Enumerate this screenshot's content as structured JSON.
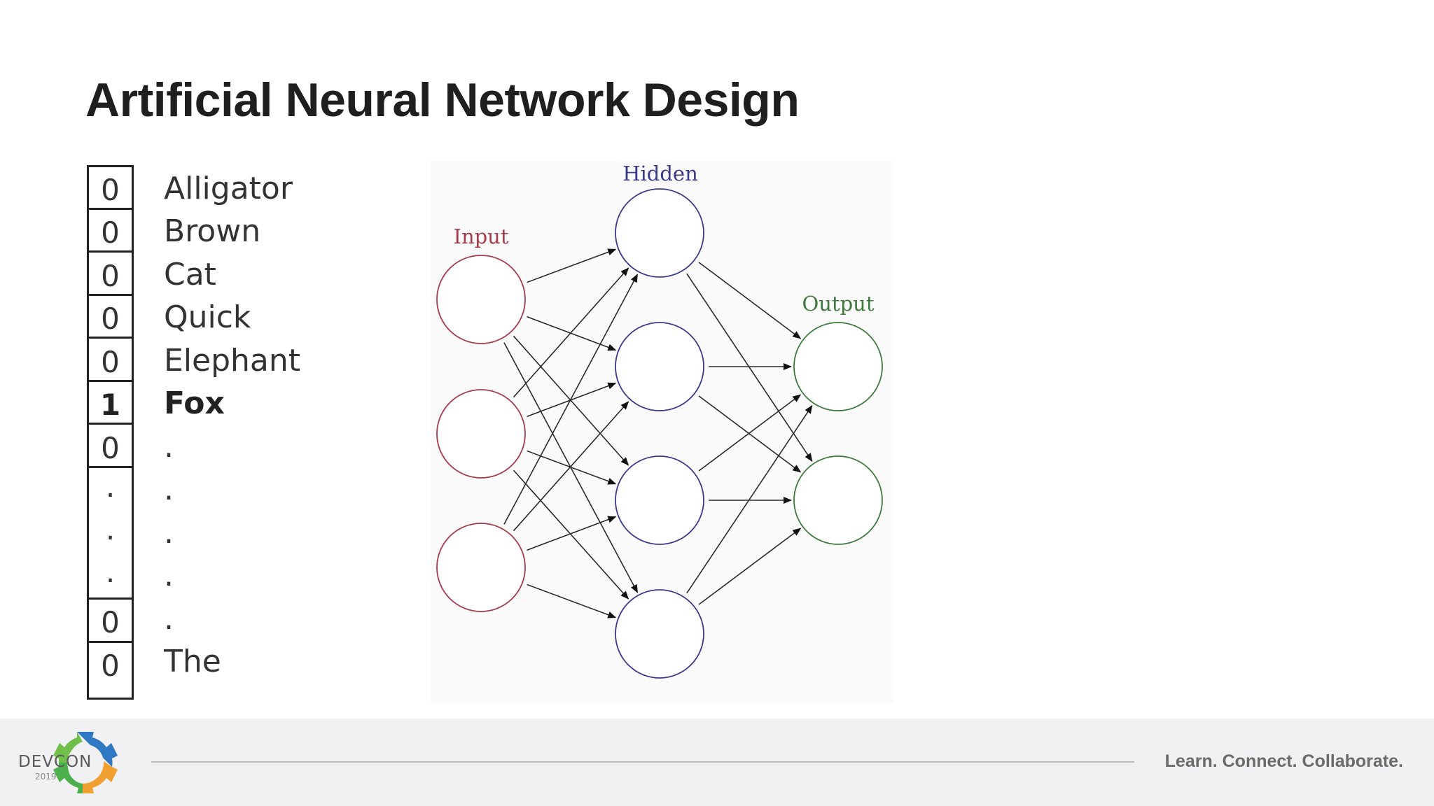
{
  "slide": {
    "title": "Artificial Neural Network Design"
  },
  "vector": {
    "rows": [
      {
        "value": "0",
        "word": "Alligator",
        "highlight": false
      },
      {
        "value": "0",
        "word": "Brown",
        "highlight": false
      },
      {
        "value": "0",
        "word": "Cat",
        "highlight": false
      },
      {
        "value": "0",
        "word": "Quick",
        "highlight": false
      },
      {
        "value": "0",
        "word": "Elephant",
        "highlight": false
      },
      {
        "value": "1",
        "word": "Fox",
        "highlight": true
      },
      {
        "value": "0",
        "word": ".",
        "highlight": false
      },
      {
        "value": ".",
        "word": ".",
        "highlight": false
      },
      {
        "value": ".",
        "word": ".",
        "highlight": false
      },
      {
        "value": ".",
        "word": ".",
        "highlight": false
      },
      {
        "value": "0",
        "word": ".",
        "highlight": false
      },
      {
        "value": "0",
        "word": "The",
        "highlight": false
      }
    ]
  },
  "diagram": {
    "layers": [
      {
        "label": "Input",
        "color": "#a63c4a",
        "nodes": 3
      },
      {
        "label": "Hidden",
        "color": "#3a3a8c",
        "nodes": 4
      },
      {
        "label": "Output",
        "color": "#3d7a3d",
        "nodes": 2
      }
    ]
  },
  "footer": {
    "logo_text": "DEVCON",
    "logo_year": "2019",
    "tagline": "Learn. Connect. Collaborate."
  }
}
